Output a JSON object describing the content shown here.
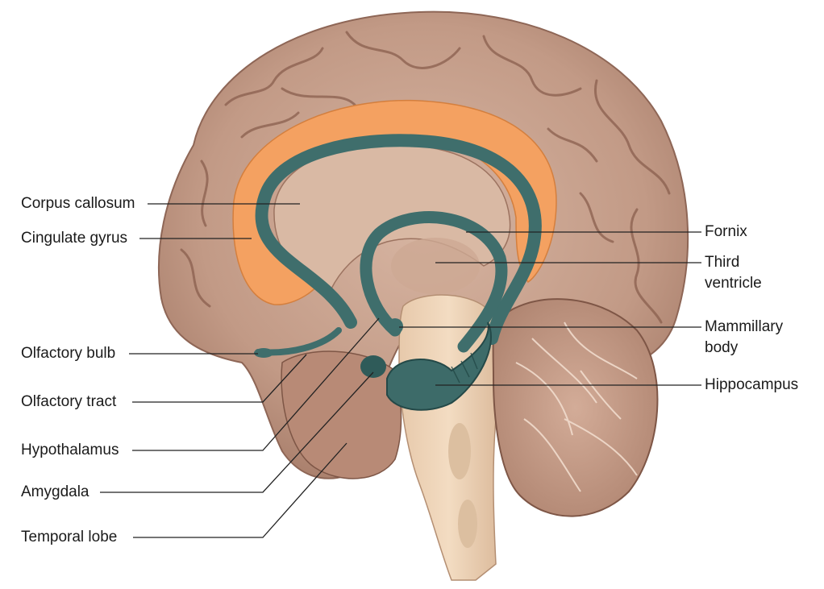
{
  "figure": {
    "labels": {
      "corpus_callosum": "Corpus callosum",
      "cingulate_gyrus": "Cingulate gyrus",
      "olfactory_bulb": "Olfactory bulb",
      "olfactory_tract": "Olfactory tract",
      "hypothalamus": "Hypothalamus",
      "amygdala": "Amygdala",
      "temporal_lobe": "Temporal lobe",
      "fornix": "Fornix",
      "third_ventricle_1": "Third",
      "third_ventricle_2": "ventricle",
      "mammillary_body_1": "Mammillary",
      "mammillary_body_2": "body",
      "hippocampus": "Hippocampus"
    },
    "colors": {
      "cortex": "#c29a86",
      "cortex_dark": "#8e6656",
      "cingulate": "#f4a161",
      "fornix": "#3f6e6c",
      "fornix_dark": "#244948",
      "brainstem": "#ecd1b4",
      "cerebellum": "#c49a86",
      "inner": "#d7b7a2"
    }
  }
}
